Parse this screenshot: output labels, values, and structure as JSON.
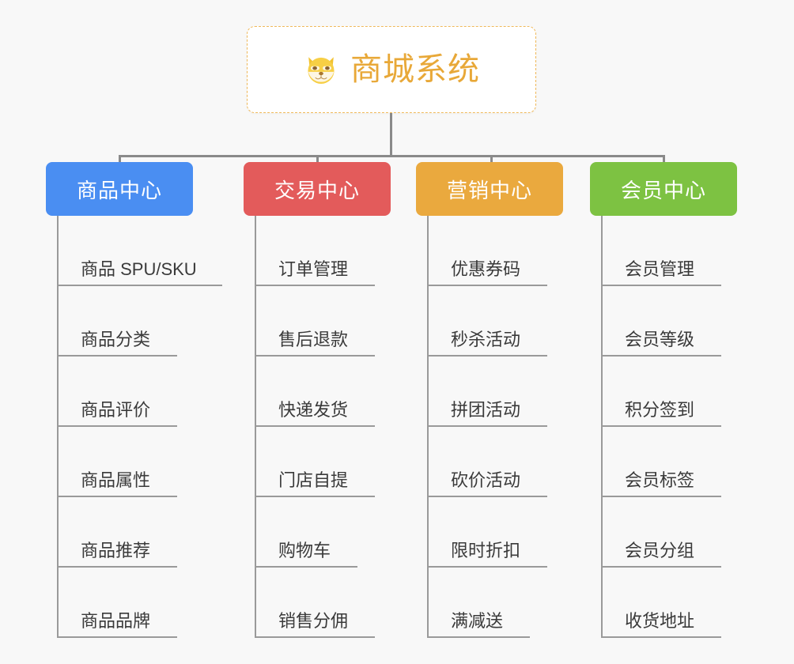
{
  "diagram": {
    "type": "mindmap",
    "background_color": "#f8f8f8",
    "connector_color": "#8a8a8a"
  },
  "root": {
    "title": "商城系统",
    "icon": "shiba-dog-face-icon",
    "text_color": "#e8a838",
    "border_color": "#f0b95a",
    "background_color": "#ffffff"
  },
  "branches": [
    {
      "label": "商品中心",
      "color": "#4a8ef2",
      "width": 186,
      "leaves": [
        "商品 SPU/SKU",
        "商品分类",
        "商品评价",
        "商品属性",
        "商品推荐",
        "商品品牌"
      ]
    },
    {
      "label": "交易中心",
      "color": "#e35b5b",
      "width": 186,
      "leaves": [
        "订单管理",
        "售后退款",
        "快递发货",
        "门店自提",
        "购物车",
        "销售分佣"
      ]
    },
    {
      "label": "营销中心",
      "color": "#eaa93e",
      "width": 186,
      "leaves": [
        "优惠券码",
        "秒杀活动",
        "拼团活动",
        "砍价活动",
        "限时折扣",
        "满减送"
      ]
    },
    {
      "label": "会员中心",
      "color": "#7dc council",
      "width": 186,
      "leaves": [
        "会员管理",
        "会员等级",
        "积分签到",
        "会员标签",
        "会员分组",
        "收货地址"
      ]
    }
  ]
}
